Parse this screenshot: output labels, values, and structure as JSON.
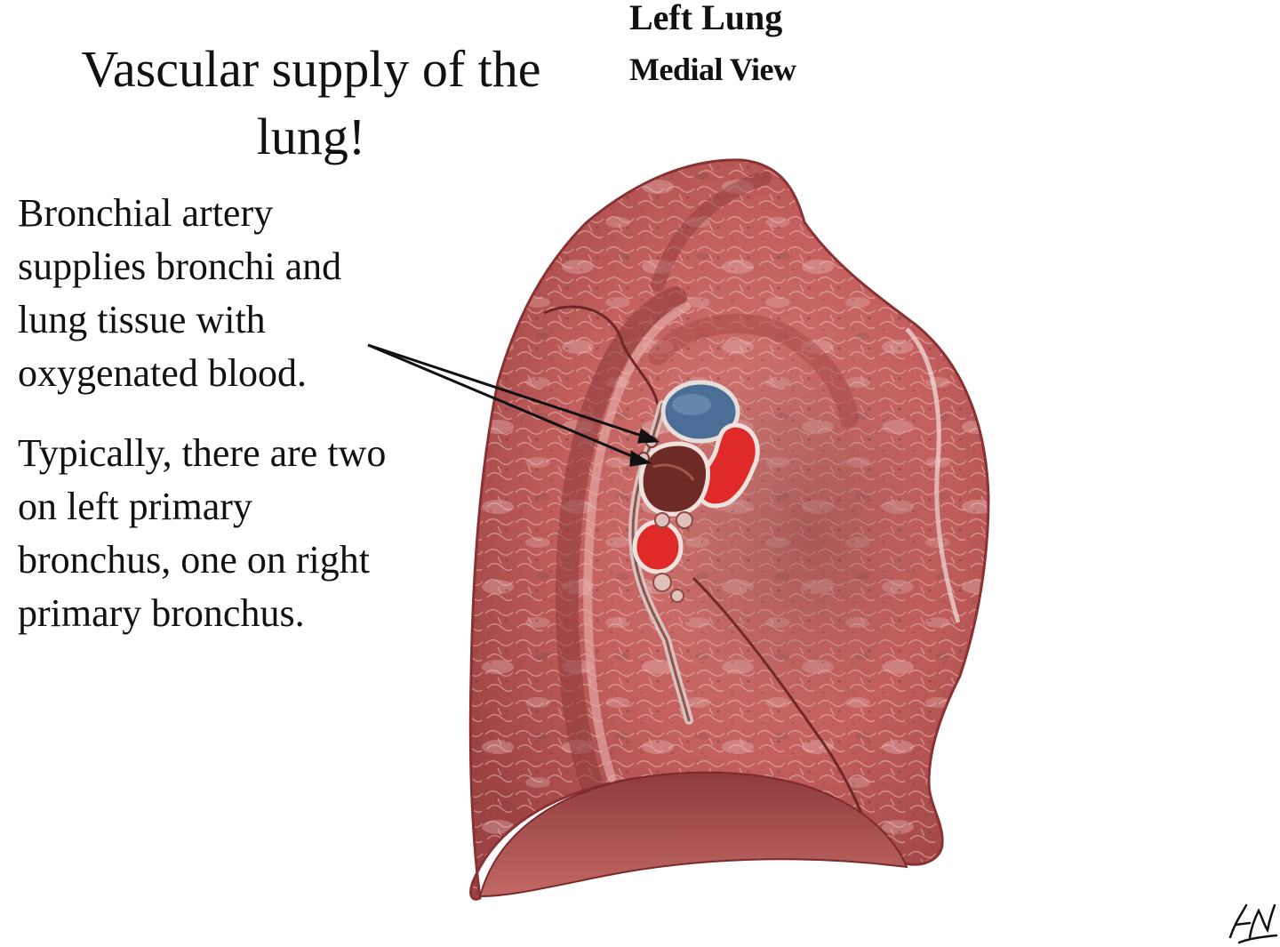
{
  "slide": {
    "title_lines": [
      "Vascular supply of the",
      "lung!"
    ]
  },
  "figure": {
    "title": "Left Lung",
    "subtitle": "Medial View"
  },
  "text_blocks": [
    {
      "lines": [
        "Bronchial artery",
        "supplies bronchi and",
        "lung tissue with",
        "oxygenated blood."
      ]
    },
    {
      "lines": [
        "Typically, there are two",
        "on left primary",
        "bronchus, one on right",
        "primary bronchus."
      ]
    }
  ],
  "colors": {
    "lung_base": "#c9605f",
    "lung_highlight": "#d98f8c",
    "lung_shadow": "#8f3637",
    "vein_blue": "#4a6e96",
    "artery_red": "#e02a2a",
    "bronchus_brown": "#6e2a24",
    "arrow": "#111111"
  },
  "signature": {
    "style": "handwritten artist signature"
  }
}
